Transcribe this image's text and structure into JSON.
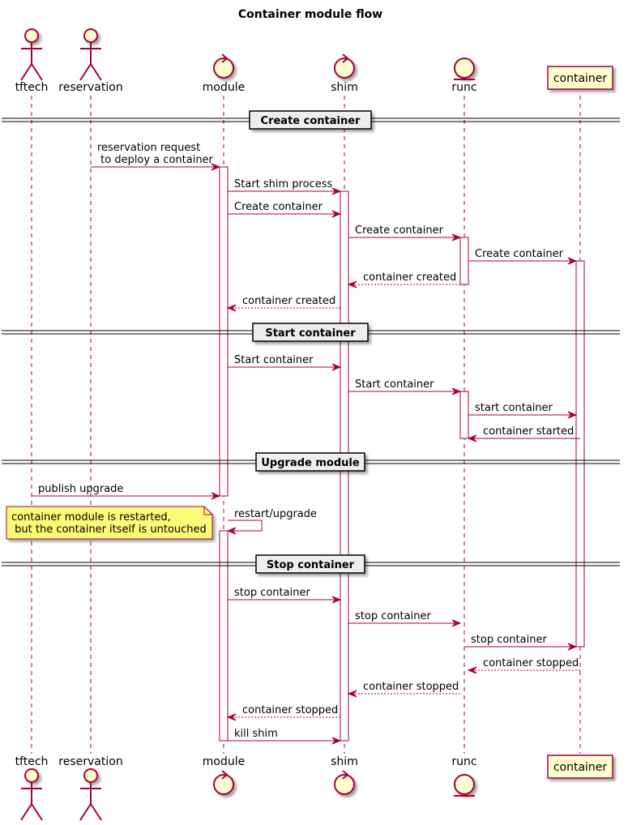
{
  "title": "Container module flow",
  "participants": [
    {
      "id": "tftech",
      "label": "tftech",
      "kind": "actor"
    },
    {
      "id": "reservation",
      "label": "reservation",
      "kind": "actor"
    },
    {
      "id": "module",
      "label": "module",
      "kind": "control"
    },
    {
      "id": "shim",
      "label": "shim",
      "kind": "control"
    },
    {
      "id": "runc",
      "label": "runc",
      "kind": "entity"
    },
    {
      "id": "container",
      "label": "container",
      "kind": "participant"
    }
  ],
  "dividers": [
    "Create container",
    "Start container",
    "Upgrade module",
    "Stop container"
  ],
  "messages": [
    {
      "from": "reservation",
      "to": "module",
      "label": "reservation request\n to deploy a container",
      "style": "sync"
    },
    {
      "from": "module",
      "to": "shim",
      "label": "Start shim process",
      "style": "sync"
    },
    {
      "from": "module",
      "to": "shim",
      "label": "Create container",
      "style": "sync"
    },
    {
      "from": "shim",
      "to": "runc",
      "label": "Create container",
      "style": "sync"
    },
    {
      "from": "runc",
      "to": "container",
      "label": "Create container",
      "style": "sync"
    },
    {
      "from": "runc",
      "to": "shim",
      "label": "container created",
      "style": "reply"
    },
    {
      "from": "shim",
      "to": "module",
      "label": "container created",
      "style": "reply"
    },
    {
      "from": "module",
      "to": "shim",
      "label": "Start container",
      "style": "sync"
    },
    {
      "from": "shim",
      "to": "runc",
      "label": "Start container",
      "style": "sync"
    },
    {
      "from": "runc",
      "to": "container",
      "label": "start container",
      "style": "sync"
    },
    {
      "from": "container",
      "to": "runc",
      "label": "container started",
      "style": "sync"
    },
    {
      "from": "tftech",
      "to": "module",
      "label": "publish upgrade",
      "style": "sync"
    },
    {
      "from": "module",
      "to": "module",
      "label": "restart/upgrade",
      "style": "self"
    },
    {
      "from": "module",
      "to": "shim",
      "label": "stop container",
      "style": "sync"
    },
    {
      "from": "shim",
      "to": "runc",
      "label": "stop container",
      "style": "sync"
    },
    {
      "from": "runc",
      "to": "container",
      "label": "stop container",
      "style": "sync"
    },
    {
      "from": "container",
      "to": "runc",
      "label": "container stopped",
      "style": "reply"
    },
    {
      "from": "runc",
      "to": "shim",
      "label": "container stopped",
      "style": "reply"
    },
    {
      "from": "shim",
      "to": "module",
      "label": "container stopped",
      "style": "reply"
    },
    {
      "from": "module",
      "to": "shim",
      "label": "kill shim",
      "style": "sync"
    }
  ],
  "note": {
    "attached_to": "module",
    "text": "container module is restarted,\n but the container itself is untouched"
  },
  "colors": {
    "line": "#A80036",
    "fill": "#FEFECE",
    "note_fill": "#FBFB77",
    "divider_fill": "#EEEEEE"
  }
}
